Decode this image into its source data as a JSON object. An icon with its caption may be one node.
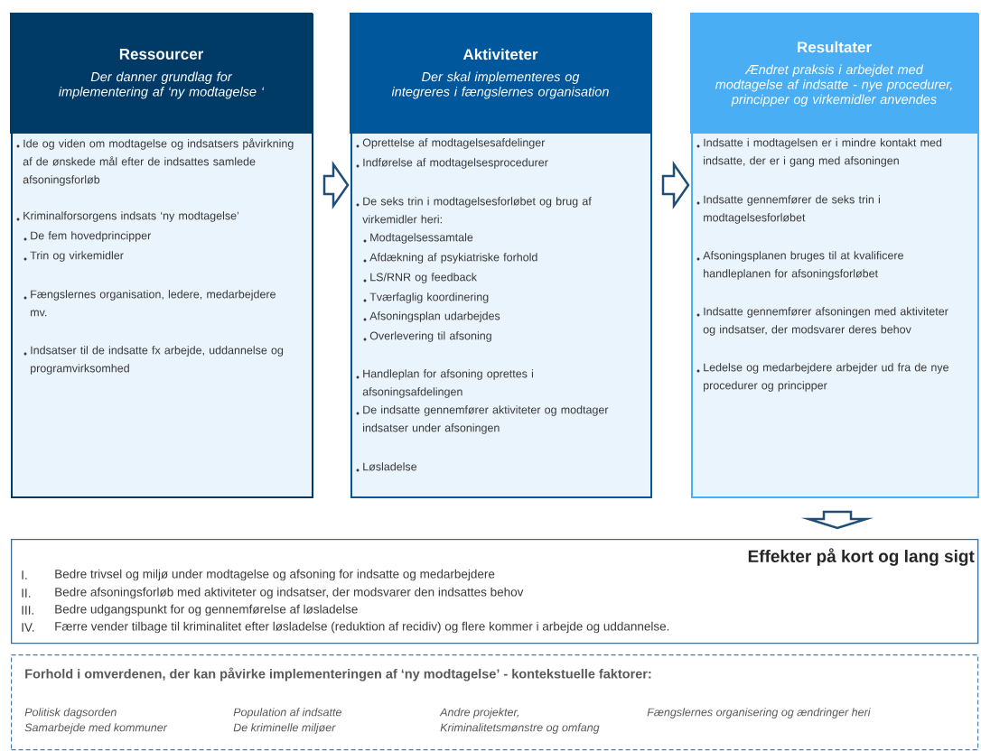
{
  "diagram": {
    "nodes": [
      {
        "text": [
          "Ressourcer",
          "Der danner grundlag for implementering af ‘ny modtagelse ‘",
          "Ide og viden om modtagelse og indsatsers påvirkning af de ønskede mål efter de indsattes samlede afsoningsforløb",
          "Kriminalforsorgens indsats ‘ny modtagelse’",
          "De fem hovedprincipper",
          "Trin og virkemidler",
          "Fængslernes organisation, ledere, medarbejdere mv.",
          "Indsatser til de indsatte fx arbejde, uddannelse og programvirksomhed"
        ]
      },
      {
        "text": [
          "Aktiviteter",
          "Der skal implementeres og integreres i fængslernes organisation",
          "Oprettelse af modtagelsesafdelinger",
          "Indførelse af modtagelsesprocedurer",
          "De seks trin i modtagelsesforløbet og brug af virkemidler heri:",
          "Modtagelsessamtale",
          "Afdækning af psykiatriske forhold",
          "LS/RNR og feedback",
          "Tværfaglig koordinering",
          "Afsoningsplan udarbejdes",
          "Overlevering til afsoning",
          "Handleplan for afsoning oprettes i afsoningsafdelingen",
          "De indsatte gennemfører aktiviteter og modtager indsatser under afsoningen",
          "Løsladelse"
        ]
      },
      {
        "text": [
          "Resultater",
          "Ændret praksis i arbejdet med modtagelse af indsatte - nye procedurer, principper og virkemidler anvendes",
          "Indsatte i modtagelsen er i mindre kontakt med indsatte, der er i gang med afsoningen",
          "Indsatte gennemfører de seks trin i modtagelsesforløbet",
          "Afsoningsplanen bruges til at kvalificere handleplanen for afsoningsforløbet",
          "Indsatte gennemfører afsoningen med aktiviteter og indsatser, der modsvarer deres behov",
          "Ledelse og medarbejdere arbejder ud fra de nye procedurer og principper"
        ]
      },
      {
        "text": [
          "Effekter på kort og lang sigt",
          "I.",
          "Bedre trivsel og miljø under modtagelse og afsoning for indsatte og medarbejdere",
          "II.",
          "Bedre afsoningsforløb med aktiviteter og indsatser, der modsvarer den indsattes behov",
          "III.",
          "Bedre udgangspunkt for og gennemførelse af løsladelse",
          "IV.",
          "Færre vender tilbage til kriminalitet efter løsladelse (reduktion af recidiv) og flere kommer i arbejde og uddannelse."
        ]
      },
      {
        "text": [
          "Forhold i omverdenen, der kan påvirke implementeringen af ‘ny modtagelse’ - kontekstuelle faktorer:",
          "Politisk dagsorden",
          "Population af indsatte",
          "Andre projekter,",
          "Fængslernes organisering og ændringer heri",
          "Samarbejde med kommuner",
          "De kriminelle miljøer",
          "Kriminalitetsmønstre og omfang"
        ]
      }
    ],
    "edges": [
      {
        "from": 0,
        "to": 1,
        "arrow": "to"
      },
      {
        "from": 1,
        "to": 2,
        "arrow": "to"
      },
      {
        "from": 2,
        "to": 3,
        "arrow": "to"
      }
    ]
  }
}
